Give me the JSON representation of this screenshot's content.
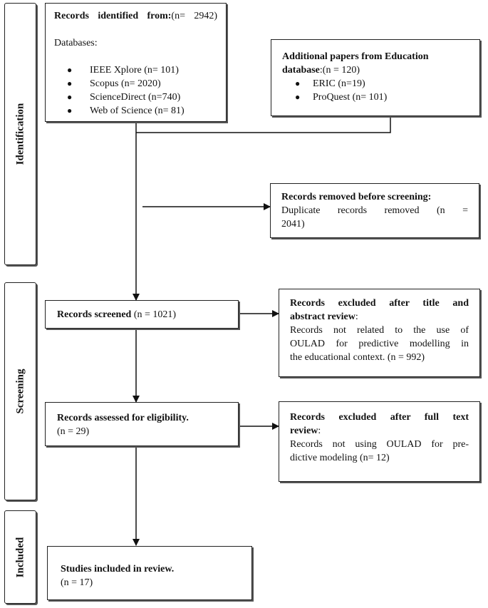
{
  "phases": {
    "identification": "Identification",
    "screening": "Screening",
    "included": "Included"
  },
  "identified": {
    "title": "Records identified from:",
    "count": "(n= 2942)",
    "databases_label": "Databases:",
    "items": [
      "IEEE Xplore (n= 101)",
      "Scopus (n= 2020)",
      "ScienceDirect (n=740)",
      "Web of Science (n= 81)"
    ]
  },
  "additional": {
    "title_line1": "Additional papers from Education",
    "title_line2": "database",
    "count": ":(n = 120)",
    "items": [
      "ERIC (n=19)",
      "ProQuest (n= 101)"
    ]
  },
  "removed": {
    "title": "Records removed before screening:",
    "detail_line1": "Duplicate records removed (n =",
    "detail_line2": "2041)"
  },
  "screened": {
    "title": "Records screened",
    "count": "(n = 1021)"
  },
  "excluded_title": {
    "title_line1": "Records excluded after title and",
    "title_line2": "abstract review",
    "colon": ":",
    "detail_line1": "Records not related to the use of",
    "detail_line2": "OULAD for predictive modelling in",
    "detail_line3": "the educational context. (n = 992)"
  },
  "eligibility": {
    "title": "Records assessed for eligibility.",
    "count": "(n = 29)"
  },
  "excluded_full": {
    "title_line1": "Records excluded after full text",
    "title_line2": "review",
    "colon": ":",
    "detail_line1": "Records not using OULAD for pre-",
    "detail_line2": "dictive modeling (n= 12)"
  },
  "included": {
    "title": "Studies included in review.",
    "count": "(n = 17)"
  }
}
